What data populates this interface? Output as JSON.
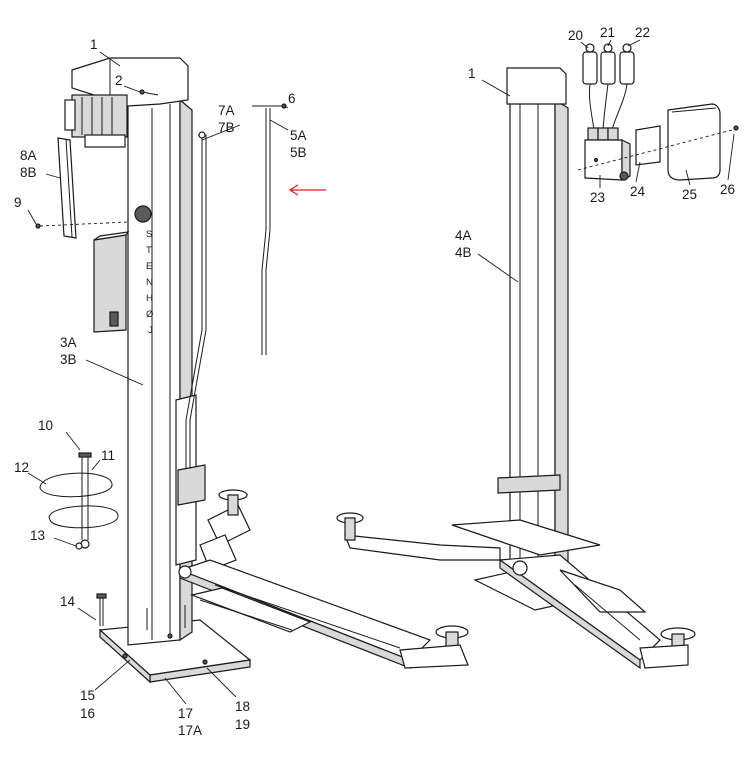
{
  "brand_letters": [
    "S",
    "T",
    "E",
    "N",
    "H",
    "Ø",
    "J"
  ],
  "labels": {
    "p1_left": "1",
    "p2": "2",
    "p7": [
      "7A",
      "7B"
    ],
    "p6": "6",
    "p5": [
      "5A",
      "5B"
    ],
    "p8": [
      "8A",
      "8B"
    ],
    "p9": "9",
    "p3": [
      "3A",
      "3B"
    ],
    "p10": "10",
    "p11": "11",
    "p12": "12",
    "p13": "13",
    "p14": "14",
    "p15": [
      "15",
      "16"
    ],
    "p17": [
      "17",
      "17A"
    ],
    "p18": [
      "18",
      "19"
    ],
    "p1_right": "1",
    "p4": [
      "4A",
      "4B"
    ],
    "p20": "20",
    "p21": "21",
    "p22": "22",
    "p23": "23",
    "p24": "24",
    "p25": "25",
    "p26": "26"
  },
  "colors": {
    "line": "#1a1a1a",
    "accent_arrow": "#e02020",
    "background": "#ffffff"
  }
}
